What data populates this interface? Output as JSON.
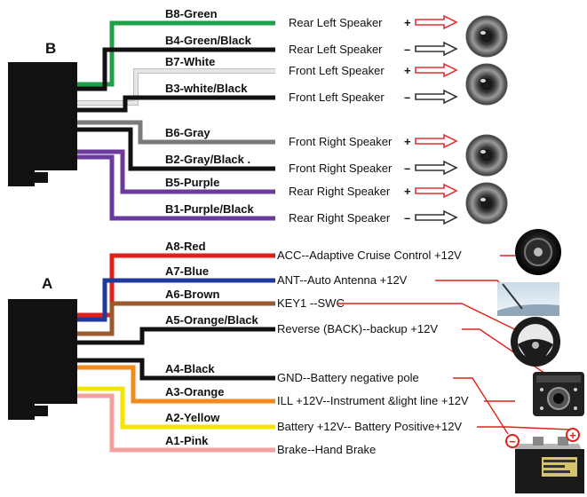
{
  "colors": {
    "green": "#1ea04a",
    "black": "#111111",
    "white": "#e6e6e6",
    "gray": "#7a7a7a",
    "purple": "#6b3a9c",
    "red": "#e0201b",
    "blue": "#1f3a9c",
    "brown": "#9a5a2e",
    "orange": "#f08a1a",
    "yellow": "#f2e600",
    "pink": "#f3a0a0",
    "arrow_red": "#e53030"
  },
  "connector_b": {
    "label": "B",
    "wires": [
      {
        "name": "B8-Green",
        "color": "green",
        "function": "Rear Left Speaker",
        "sign": "+"
      },
      {
        "name": "B4-Green/Black",
        "color": "black",
        "function": "Rear Left Speaker",
        "sign": "–"
      },
      {
        "name": "B7-White",
        "color": "white",
        "function": "Front Left Speaker",
        "sign": "+"
      },
      {
        "name": "B3-white/Black",
        "color": "black",
        "function": "Front Left Speaker",
        "sign": "–"
      },
      {
        "name": "B6-Gray",
        "color": "gray",
        "function": "Front Right Speaker",
        "sign": "+"
      },
      {
        "name": "B2-Gray/Black .",
        "color": "black",
        "function": "Front Right Speaker",
        "sign": "–"
      },
      {
        "name": "B5-Purple",
        "color": "purple",
        "function": "Rear Right Speaker",
        "sign": "+"
      },
      {
        "name": "B1-Purple/Black",
        "color": "purple",
        "function": "Rear Right Speaker",
        "sign": "–"
      }
    ]
  },
  "connector_a": {
    "label": "A",
    "wires": [
      {
        "name": "A8-Red",
        "color": "red",
        "function": "ACC--Adaptive Cruise Control +12V"
      },
      {
        "name": "A7-Blue",
        "color": "blue",
        "function": "ANT--Auto Antenna +12V"
      },
      {
        "name": "A6-Brown",
        "color": "brown",
        "function": "KEY1 --SWC"
      },
      {
        "name": "A5-Orange/Black",
        "color": "black",
        "function": "Reverse (BACK)--backup +12V"
      },
      {
        "name": "A4-Black",
        "color": "black",
        "function": "GND--Battery negative pole"
      },
      {
        "name": "A3-Orange",
        "color": "orange",
        "function": "ILL +12V--Instrument &light line +12V"
      },
      {
        "name": "A2-Yellow",
        "color": "yellow",
        "function": "Battery +12V-- Battery Positive+12V"
      },
      {
        "name": "A1-Pink",
        "color": "pink",
        "function": "Brake--Hand Brake"
      }
    ]
  },
  "battery": {
    "minus": "−",
    "plus": "+"
  }
}
